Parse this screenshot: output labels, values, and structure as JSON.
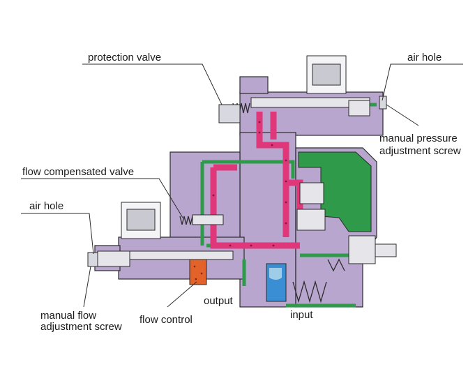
{
  "labels": {
    "protection_valve": "protection valve",
    "air_hole_top": "air hole",
    "manual_pressure_line1": "manual pressure",
    "manual_pressure_line2": "adjustment screw",
    "flow_compensated_valve": "flow compensated valve",
    "air_hole_left": "air hole",
    "manual_flow_line1": "manual flow",
    "manual_flow_line2": "adjustment screw",
    "flow_control": "flow control",
    "output": "output",
    "input": "input"
  },
  "colors": {
    "housing": "#b8a6cf",
    "housing_dark": "#8f7aac",
    "oil_green": "#2e9a4a",
    "pressure_pink": "#e0367a",
    "flow_orange": "#e2622a",
    "inlet_blue": "#3a8fd4",
    "metal": "#e6e6ea",
    "outline": "#2b2b2b"
  }
}
